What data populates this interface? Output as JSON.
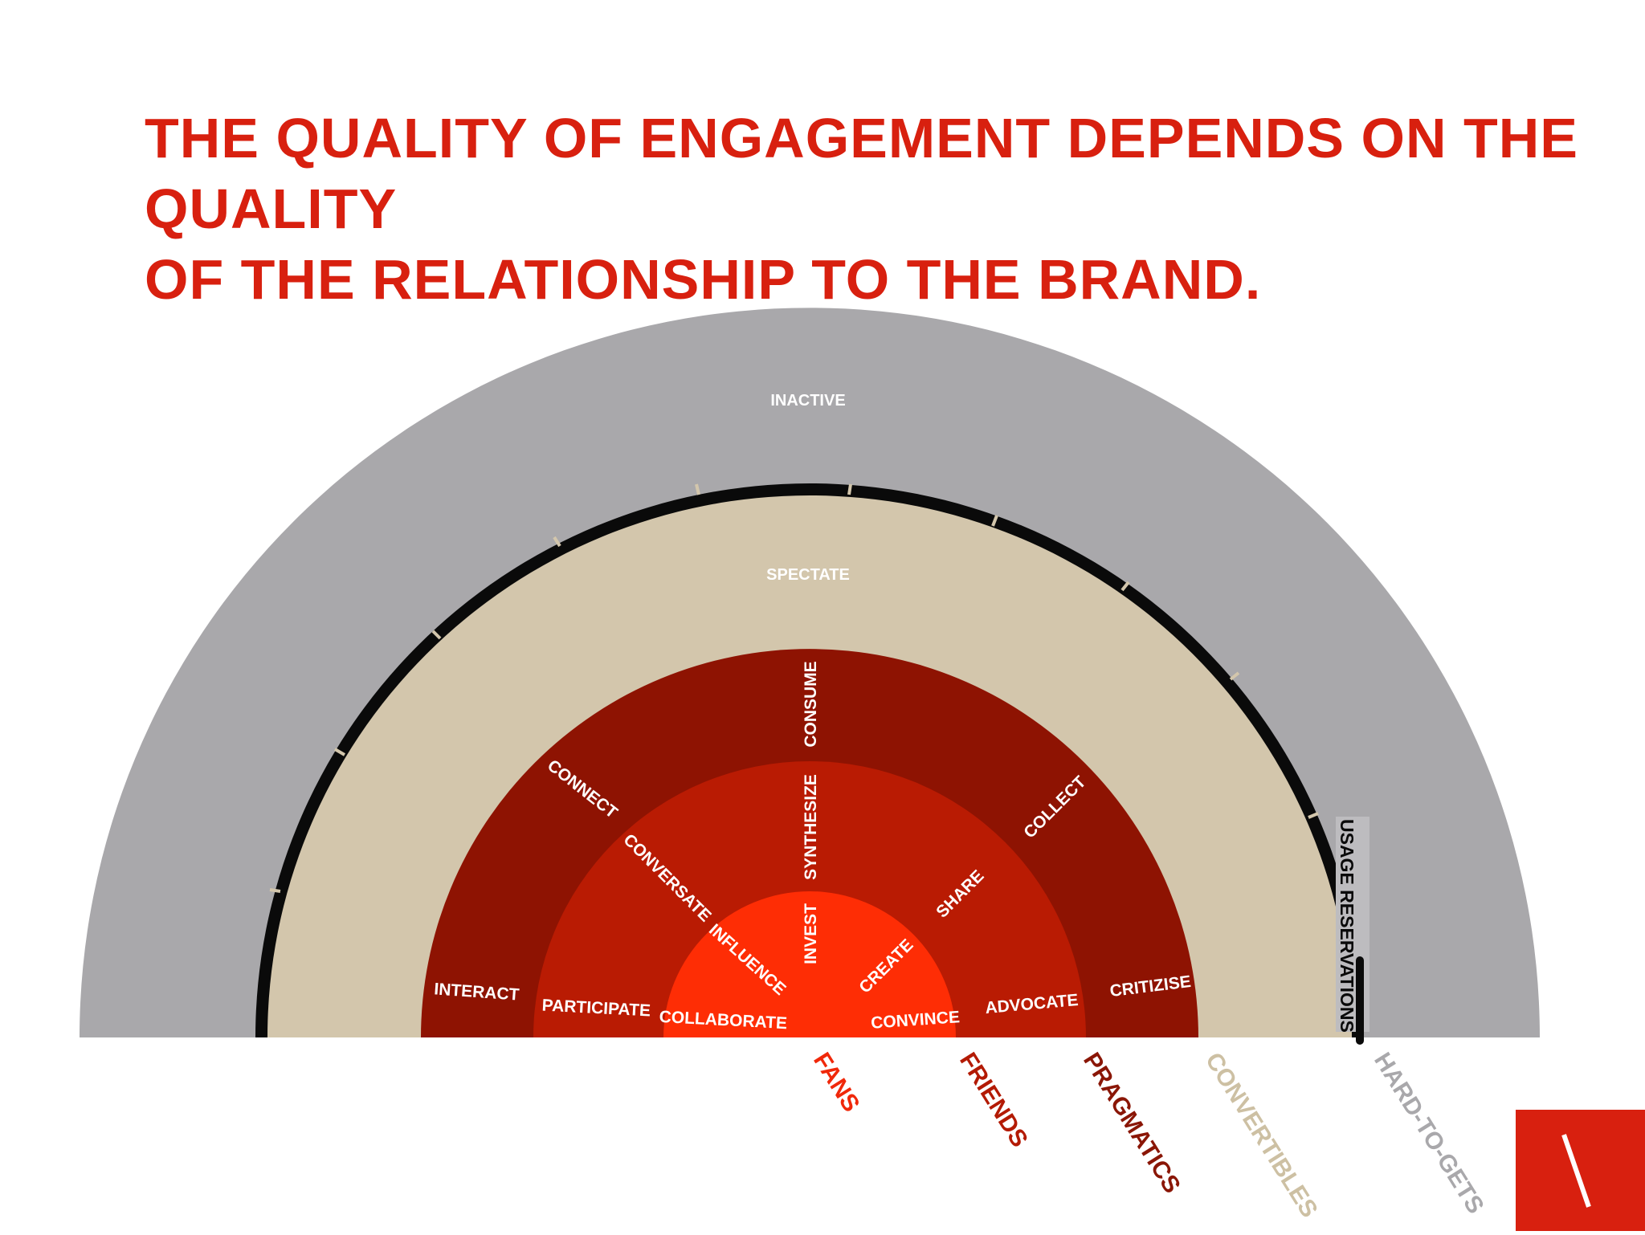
{
  "title": {
    "line1": "THE QUALITY OF ENGAGEMENT DEPENDS ON THE QUALITY",
    "line2": "OF THE RELATIONSHIP TO THE BRAND."
  },
  "colors": {
    "title": "#d8200f",
    "inactive": "#a9a8ab",
    "spectate": "#d3c6ac",
    "pragmatics": "#8e1302",
    "friends": "#b91b03",
    "fans": "#fe2d05",
    "black_band": "#0a0a0a",
    "logo": "#d8200f"
  },
  "rings": {
    "inactive": "INACTIVE",
    "spectate": "SPECTATE"
  },
  "usage_reservations": "USAGE RESERVATIONS",
  "activities": {
    "consume": "CONSUME",
    "connect": "CONNECT",
    "collect": "COLLECT",
    "interact": "INTERACT",
    "critizise": "CRITIZISE",
    "synthesize": "SYNTHESIZE",
    "conversate": "CONVERSATE",
    "share": "SHARE",
    "participate": "PARTICIPATE",
    "advocate": "ADVOCATE",
    "invest": "INVEST",
    "influence": "INFLUENCE",
    "create": "CREATE",
    "collaborate": "COLLABORATE",
    "convince": "CONVINCE"
  },
  "segments": [
    {
      "label": "FANS",
      "color": "#f0280a"
    },
    {
      "label": "FRIENDS",
      "color": "#b31a04"
    },
    {
      "label": "PRAGMATICS",
      "color": "#8a1606"
    },
    {
      "label": "CONVERTIBLES",
      "color": "#cdc0a3"
    },
    {
      "label": "HARD-TO-GETS",
      "color": "#a9a8ab"
    }
  ],
  "logo": {
    "icon": "slash-logo-icon"
  }
}
